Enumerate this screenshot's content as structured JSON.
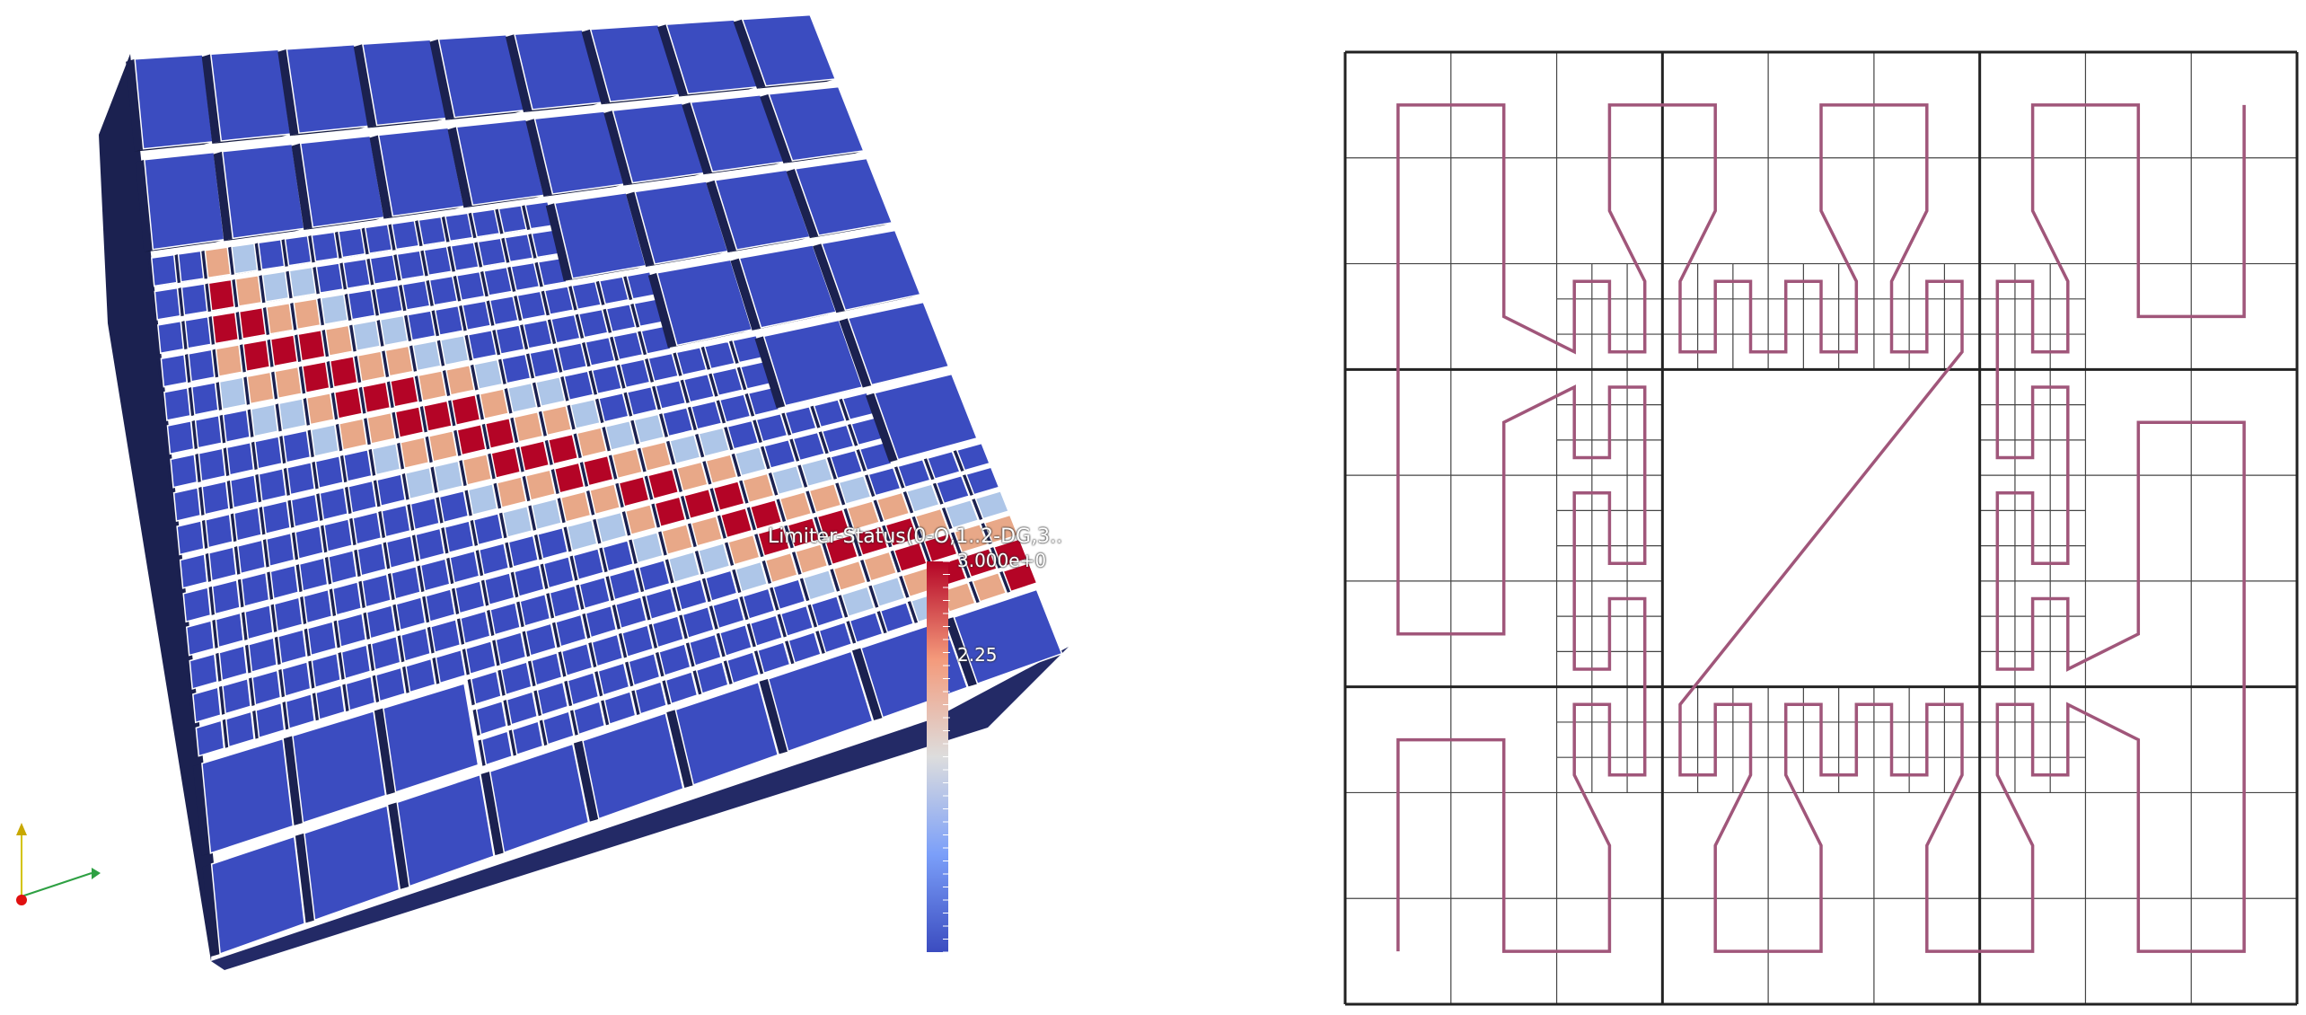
{
  "colorbar": {
    "title": "Limiter-Status(0-O,1..2-DG,3..",
    "max_label": "3.000e+0",
    "mid_label": "2.25"
  },
  "colors": {
    "cube_blue": "#3b4cc0",
    "cube_side": "#1b2150",
    "status_red": "#b40426",
    "status_orange": "#e8a888",
    "status_light": "#aec6e8",
    "curve": "#a0567a",
    "grid_bold": "#222222",
    "grid_thin": "#444444"
  },
  "axes_icon": {
    "x_color": "#2ea043",
    "y_color": "#d4c400",
    "z_color": "#e01010"
  },
  "curve": {
    "type": "Peano space-filling curve",
    "levels": 3
  }
}
